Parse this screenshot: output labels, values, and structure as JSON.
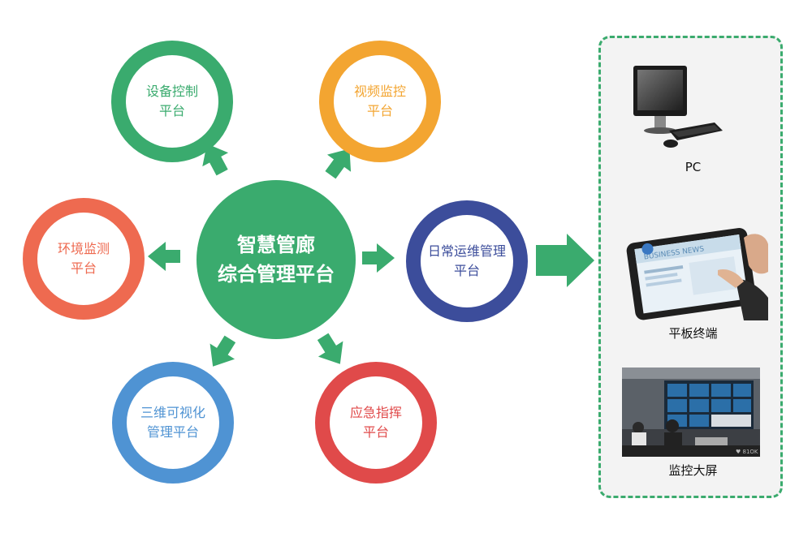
{
  "center": {
    "line1": "智慧管廊",
    "line2": "综合管理平台",
    "color": "#3aab6e"
  },
  "nodes": [
    {
      "id": "equipment-control",
      "line1": "设备控制",
      "line2": "平台",
      "color": "#3aab6e"
    },
    {
      "id": "video-monitoring",
      "line1": "视频监控",
      "line2": "平台",
      "color": "#f3a531"
    },
    {
      "id": "environment-monitoring",
      "line1": "环境监测",
      "line2": "平台",
      "color": "#ee6a50"
    },
    {
      "id": "daily-operations",
      "line1": "日常运维管理",
      "line2": "平台",
      "color": "#3c4d9b"
    },
    {
      "id": "3d-visualization",
      "line1": "三维可视化",
      "line2": "管理平台",
      "color": "#4f93d3"
    },
    {
      "id": "emergency-command",
      "line1": "应急指挥",
      "line2": "平台",
      "color": "#e04a4a"
    }
  ],
  "arrow_color": "#3aab6e",
  "devices": {
    "pc": {
      "label": "PC",
      "icon": "desktop-computer-icon"
    },
    "tablet": {
      "label": "平板终端",
      "icon": "tablet-icon",
      "screen_text": "BUSINESS NEWS"
    },
    "wall": {
      "label": "监控大屏",
      "icon": "video-wall-icon",
      "watermark": "♥ 81OK"
    }
  }
}
